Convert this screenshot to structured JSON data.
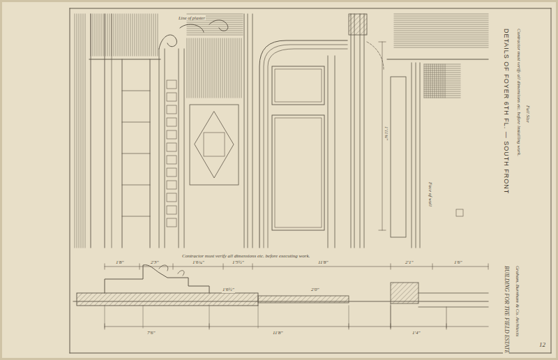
{
  "diagram": {
    "title": "DETAILS OF FOYER 6TH FL. — SOUTH FRONT",
    "labels": [
      "Contractor must verify all dimensions etc. before executing work.",
      "Contractor must verify all dimensions etc. before installing work.",
      "Full Size",
      "1'8\"",
      "2'3\"",
      "1'6¾\"",
      "1'5½\"",
      "11'8\"",
      "2'1\"",
      "1'6\"",
      "1'6½\"",
      "2'0\"",
      "1'11¾\"",
      "7'6\"",
      "11'8\"",
      "1'4\"",
      "BUILDING FOR THE FIELD ESTATE",
      "Graham, Burnham & Co. Architects",
      "12",
      "Line of plaster",
      "Face of wall"
    ]
  }
}
